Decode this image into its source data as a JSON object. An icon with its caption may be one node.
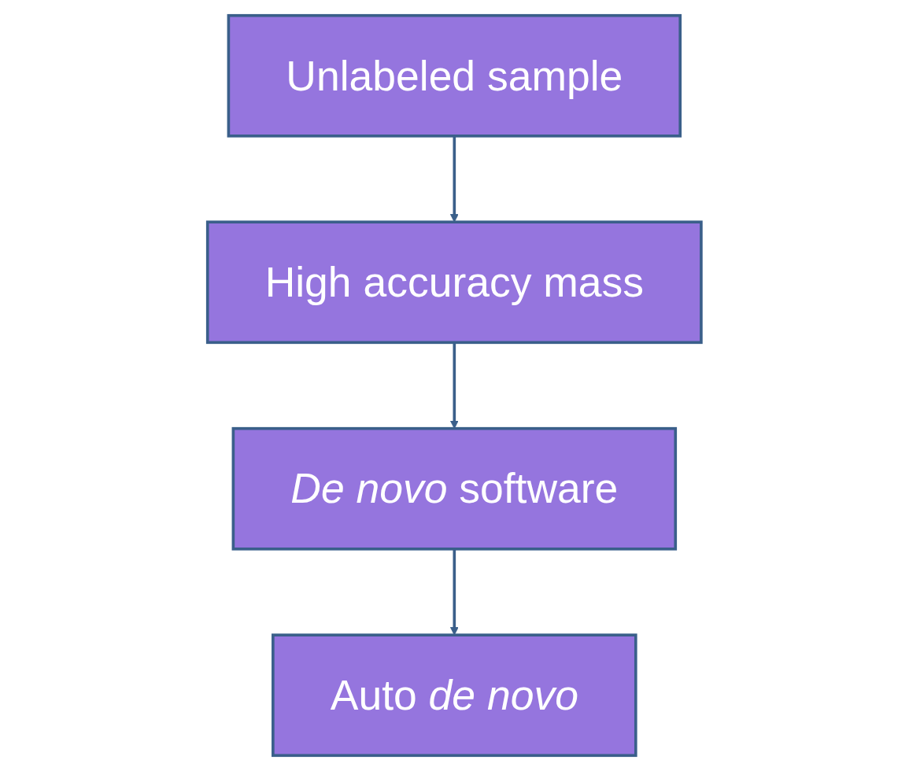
{
  "diagram": {
    "nodes": [
      {
        "text": [
          "Unlabeled sample"
        ]
      },
      {
        "text": [
          "High accuracy mass"
        ]
      },
      {
        "text": [
          "*De novo* software"
        ]
      },
      {
        "text": [
          "Auto *de novo*"
        ]
      }
    ],
    "edges": [
      {
        "from": 0,
        "to": 1,
        "arrow": "to"
      },
      {
        "from": 1,
        "to": 2,
        "arrow": "to"
      },
      {
        "from": 2,
        "to": 3,
        "arrow": "to"
      }
    ]
  }
}
